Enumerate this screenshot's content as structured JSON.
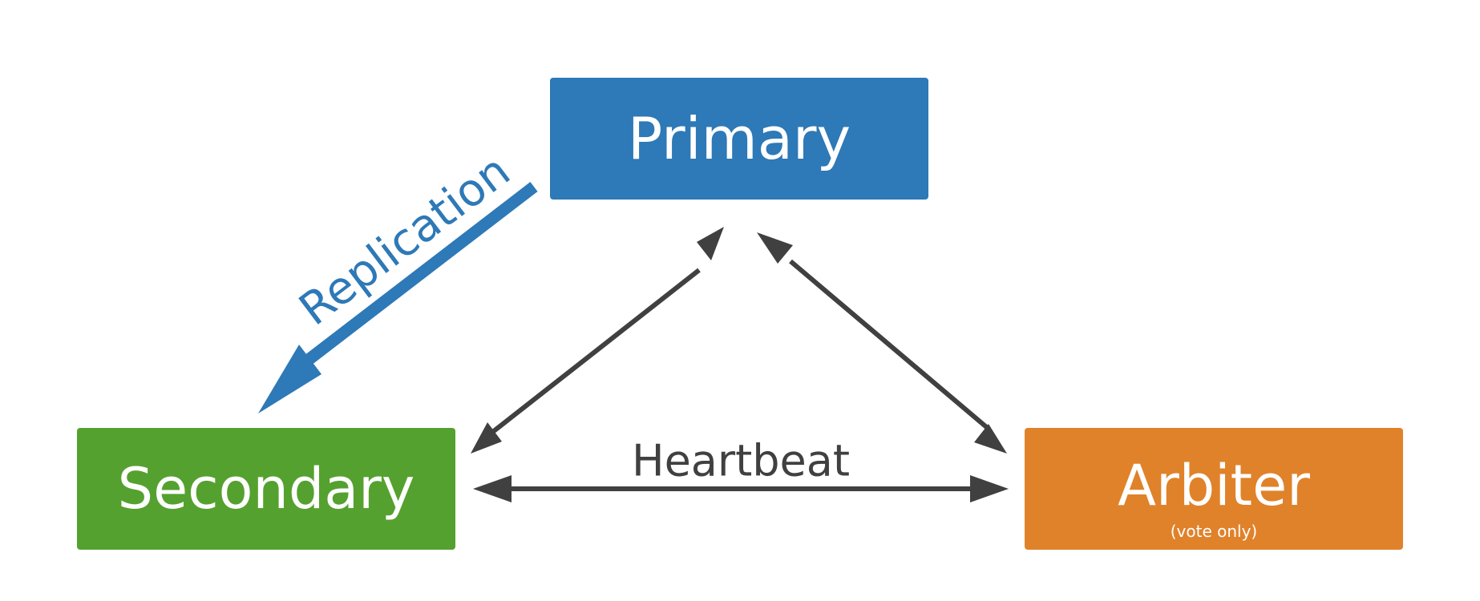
{
  "nodes": {
    "primary": {
      "label": "Primary",
      "color": "#2e79b7"
    },
    "secondary": {
      "label": "Secondary",
      "color": "#55a12f"
    },
    "arbiter": {
      "label": "Arbiter",
      "sublabel": "(vote only)",
      "color": "#e0822a"
    }
  },
  "edges": {
    "replication": {
      "label": "Replication",
      "color": "#2e79b7",
      "from": "primary",
      "to": "secondary"
    },
    "heartbeat": {
      "label": "Heartbeat",
      "color": "#404040"
    }
  }
}
